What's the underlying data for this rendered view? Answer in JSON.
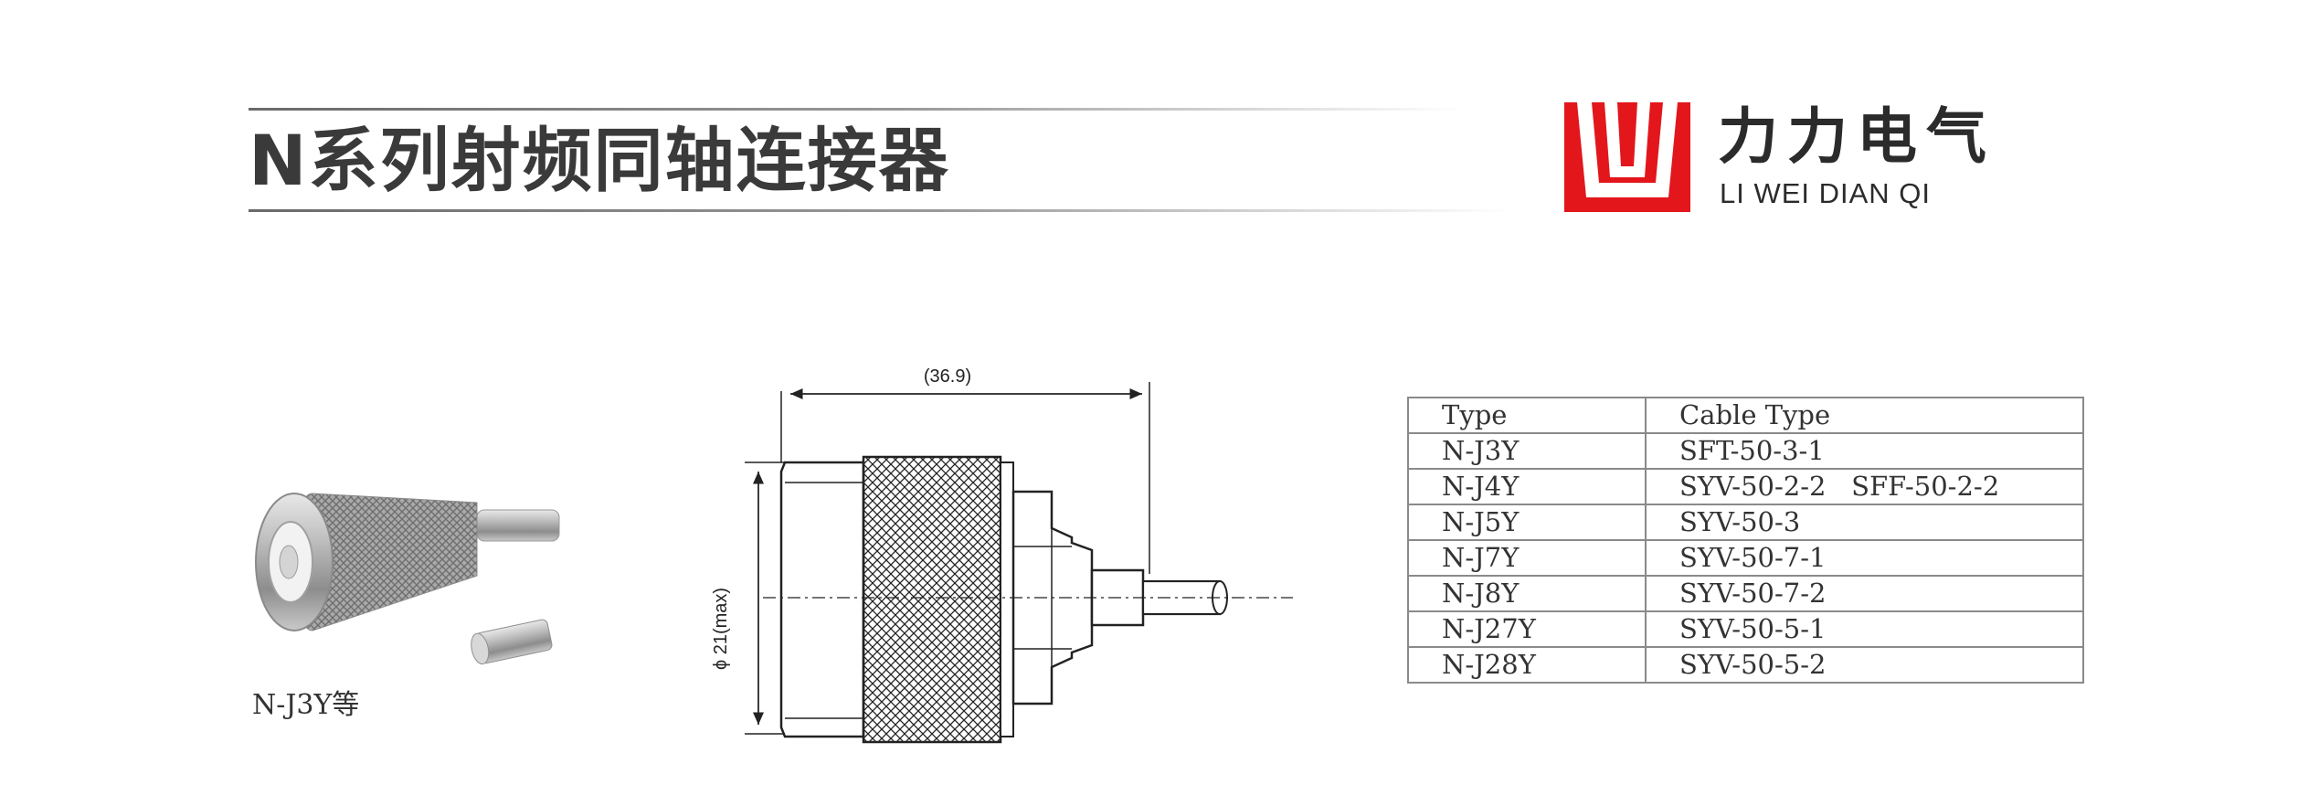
{
  "header": {
    "title": "N系列射频同轴连接器",
    "brand_cn": "力力电气",
    "brand_en": "LI WEI DIAN QI",
    "brand_color": "#e3161c"
  },
  "product": {
    "caption": "N-J3Y等"
  },
  "drawing": {
    "length_label": "(36.9)",
    "diameter_label": "ϕ 21(max)"
  },
  "table": {
    "headers": [
      "Type",
      "Cable Type"
    ],
    "rows": [
      [
        "N-J3Y",
        "SFT-50-3-1"
      ],
      [
        "N-J4Y",
        "SYV-50-2-2   SFF-50-2-2"
      ],
      [
        "N-J5Y",
        "SYV-50-3"
      ],
      [
        "N-J7Y",
        "SYV-50-7-1"
      ],
      [
        "N-J8Y",
        "SYV-50-7-2"
      ],
      [
        "N-J27Y",
        "SYV-50-5-1"
      ],
      [
        "N-J28Y",
        "SYV-50-5-2"
      ]
    ]
  }
}
